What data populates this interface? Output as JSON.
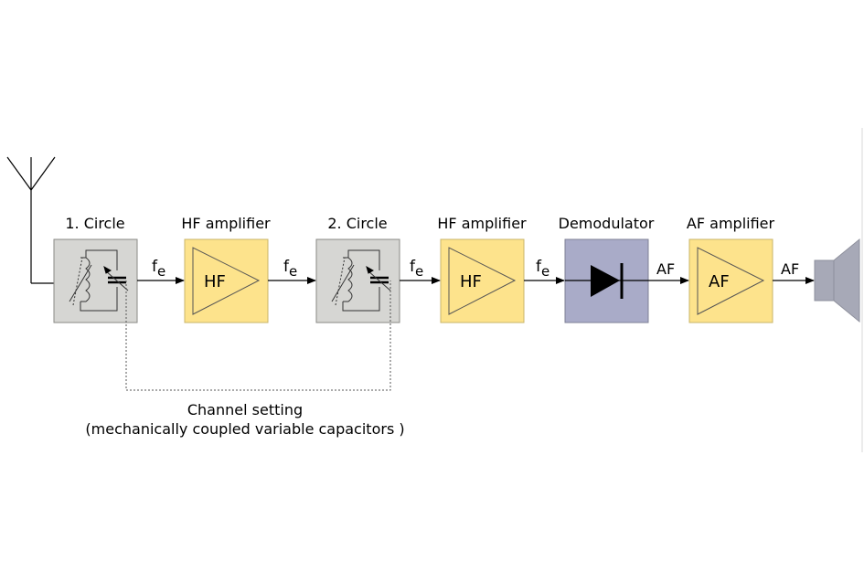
{
  "colors": {
    "circle_fill": "#d6d6d3",
    "amplifier_fill": "#fde38c",
    "demodulator_fill": "#a9abc8",
    "speaker_fill": "#a7a9b7",
    "line": "#000000"
  },
  "blocks": {
    "circle1": {
      "title": "1. Circle"
    },
    "hf_amp1": {
      "title": "HF amplifier",
      "symbol": "HF"
    },
    "circle2": {
      "title": "2. Circle"
    },
    "hf_amp2": {
      "title": "HF amplifier",
      "symbol": "HF"
    },
    "demodulator": {
      "title": "Demodulator"
    },
    "af_amp": {
      "title": "AF amplifier",
      "symbol": "AF"
    }
  },
  "signals": {
    "s1": {
      "base": "f",
      "sub": "e"
    },
    "s2": {
      "base": "f",
      "sub": "e"
    },
    "s3": {
      "base": "f",
      "sub": "e"
    },
    "s4": {
      "base": "f",
      "sub": "e"
    },
    "s5": {
      "text": "AF"
    },
    "s6": {
      "text": "AF"
    }
  },
  "coupling_note": {
    "line1": "Channel setting",
    "line2": "(mechanically coupled variable capacitors )"
  },
  "icons": [
    "antenna-icon",
    "lc-tank-icon",
    "amplifier-triangle-icon",
    "diode-icon",
    "speaker-icon"
  ]
}
